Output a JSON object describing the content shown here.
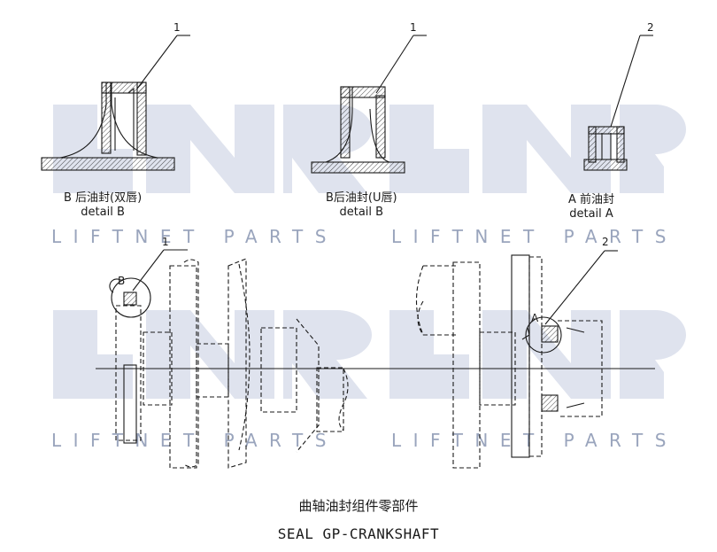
{
  "watermark": {
    "logo_text": "LNR",
    "tagline": "LIFTNET PARTS"
  },
  "callouts": {
    "c1_top_left": "1",
    "c1_top_mid": "1",
    "c2_top_right": "2",
    "c1_main_left": "1",
    "c2_main_right": "2",
    "marker_b": "B",
    "marker_a": "A"
  },
  "captions": {
    "left": {
      "cn": "B 后油封(双唇)",
      "en": "detail  B"
    },
    "mid": {
      "cn": "B后油封(U唇)",
      "en": "detail  B"
    },
    "right": {
      "cn": "A 前油封",
      "en": "detail  A"
    }
  },
  "title": {
    "cn": "曲轴油封组件零部件",
    "en": "SEAL GP-CRANKSHAFT"
  },
  "colors": {
    "line": "#1a1a1a",
    "watermark": "#dfe3ee",
    "watermark_text": "#9aa5bd"
  }
}
